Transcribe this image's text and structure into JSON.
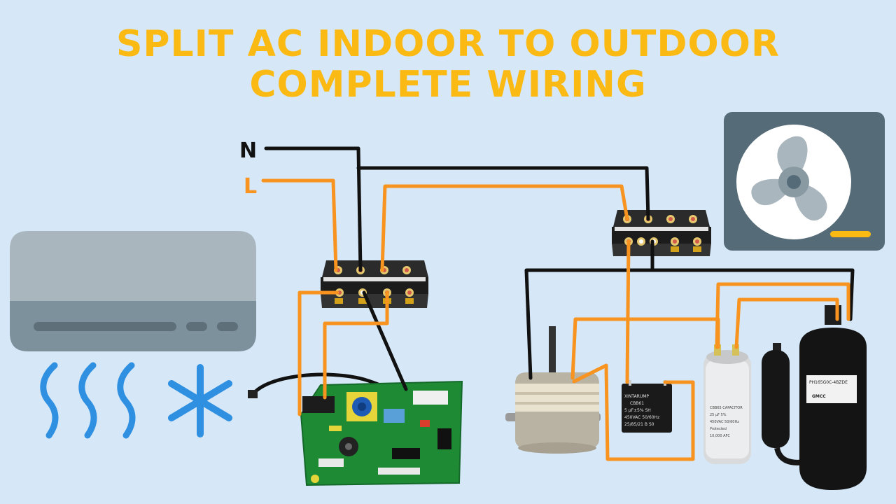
{
  "title": {
    "line1": "SPLIT AC INDOOR TO OUTDOOR",
    "line2": "COMPLETE WIRING"
  },
  "supply": {
    "neutral_label": "N",
    "live_label": "L"
  },
  "colors": {
    "background": "#d6e8f8",
    "title": "#fbb914",
    "live_wire": "#f7931e",
    "neutral_wire": "#111111",
    "pcb": "#1e8a34",
    "fan_panel": "#566b78",
    "indoor_unit_top": "#a9b6be",
    "indoor_unit_bottom": "#7d919c",
    "airflow": "#2f8fe0"
  },
  "fan_capacitor": {
    "brand": "XINTARUMP",
    "model": "CBB61",
    "rating": "5 μF±5% SH",
    "voltage": "450VAC 50/60Hz",
    "class": "25/85/21 B S0"
  },
  "compressor_capacitor": {
    "label": "CBB65 CAPACITOR",
    "rating": "25 μF 5%",
    "voltage": "450VAC 50/60Hz",
    "protection": "Protected",
    "life": "10,000 AFC"
  },
  "compressor": {
    "model": "PH165G0C-4BZDE",
    "brand": "GMCC"
  },
  "icons": [
    "indoor-unit-icon",
    "airflow-wave-icon",
    "snowflake-icon",
    "outdoor-fan-icon"
  ]
}
